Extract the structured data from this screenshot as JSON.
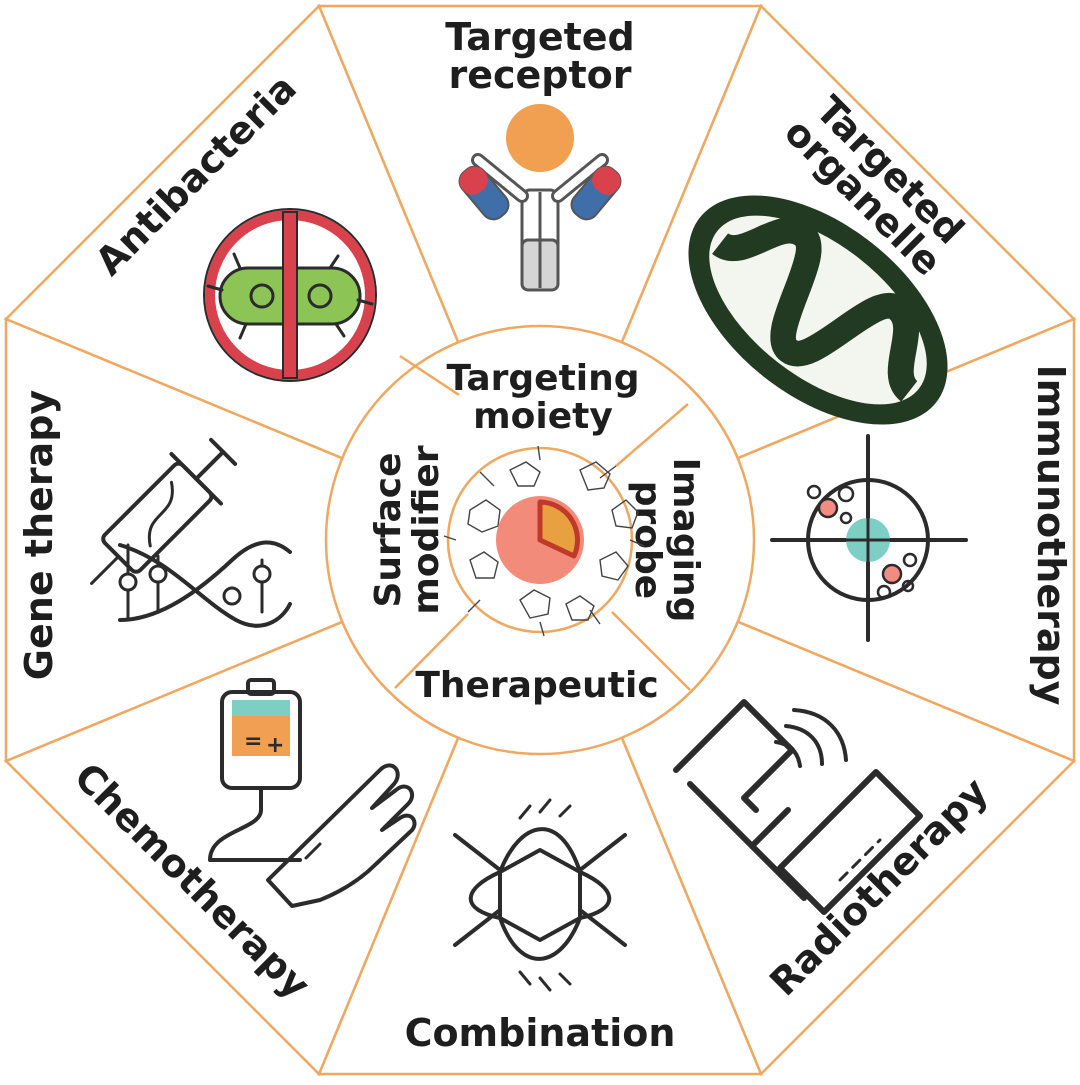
{
  "colors": {
    "border": "#f0a860",
    "text": "#1e1e1e",
    "line_art": "#2b2b2b",
    "accent_orange": "#f0a050",
    "accent_red": "#d9414c",
    "accent_blue": "#3f6ea8",
    "accent_green": "#8cc556",
    "accent_teal": "#7ecfc3",
    "accent_pink": "#f28b82",
    "mito_green": "#223a22"
  },
  "outer_segments": {
    "top": {
      "line1": "Targeted",
      "line2": "receptor",
      "icon": "antibody-receptor-icon"
    },
    "top_right": {
      "line1": "Targeted",
      "line2": "organelle",
      "icon": "mitochondria-icon"
    },
    "right": {
      "label": "Immunotherapy",
      "icon": "immune-target-icon"
    },
    "bottom_right": {
      "label": "Radiotherapy",
      "icon": "radiotherapy-machine-icon"
    },
    "bottom": {
      "label": "Combination",
      "icon": "joined-hands-icon"
    },
    "bottom_left": {
      "label": "Chemotherapy",
      "icon": "iv-drip-hand-icon"
    },
    "left": {
      "label": "Gene therapy",
      "icon": "syringe-dna-icon"
    },
    "top_left": {
      "label": "Antibacteria",
      "icon": "no-bacteria-icon"
    }
  },
  "inner_ring": {
    "top": {
      "line1": "Targeting",
      "line2": "moiety"
    },
    "right": {
      "line1": "Imaging",
      "line2": "probe"
    },
    "bottom": {
      "label": "Therapeutic"
    },
    "left": {
      "line1": "Surface",
      "line2": "modifier"
    }
  },
  "center": {
    "icon": "nanoparticle-core-icon"
  }
}
